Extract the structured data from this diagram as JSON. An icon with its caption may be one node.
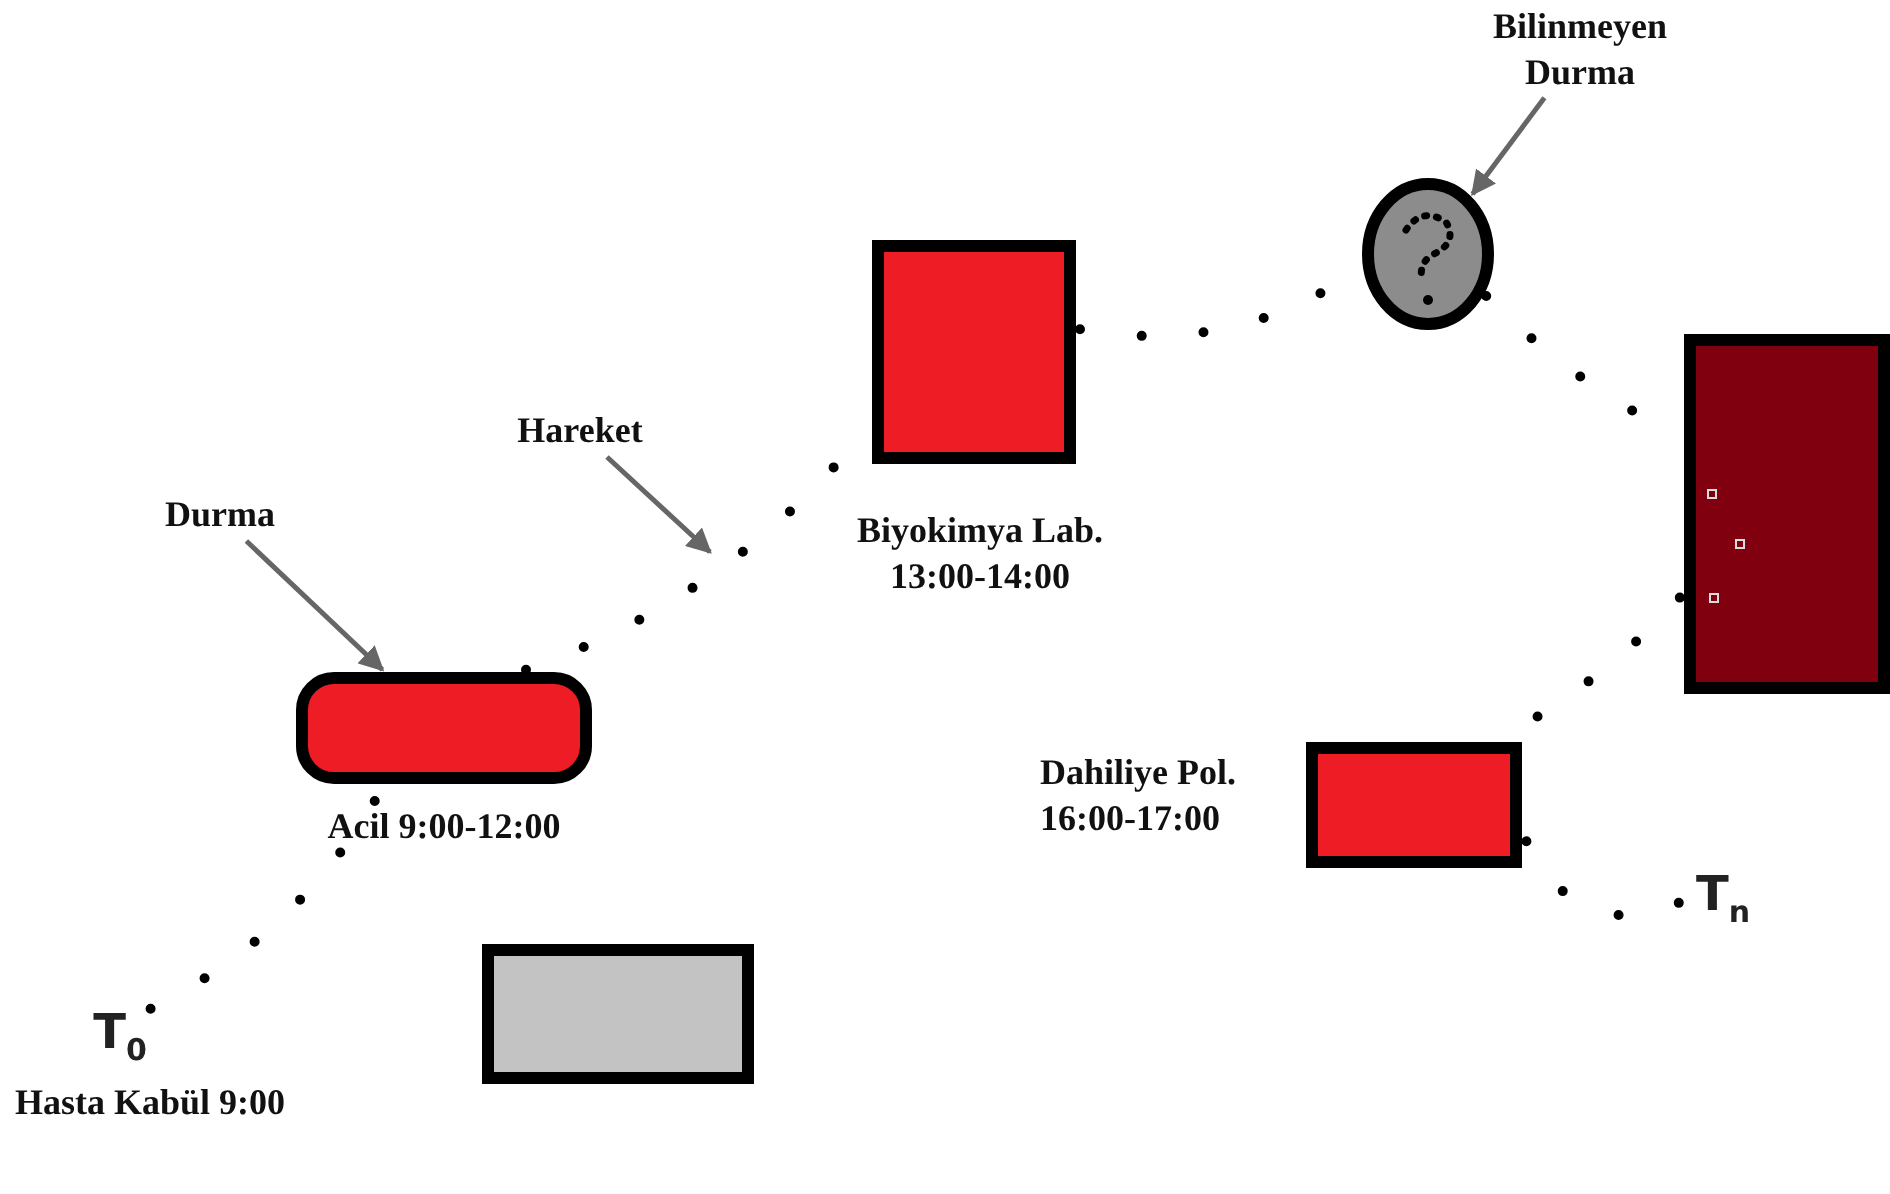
{
  "diagram": {
    "nodes": [
      {
        "text": [
          "T$_{0}$",
          "Hasta Kabül 9:00"
        ]
      },
      {
        "text": [
          "Acil 9:00-12:00"
        ]
      },
      {
        "text": [
          "Biyokimya Lab. 13:00-14:00"
        ]
      },
      {
        "text": [],
        "shape": "circle"
      },
      {
        "text": [],
        "shape": "box"
      },
      {
        "text": [
          "Dahiliye Pol. 16:00-17:00"
        ]
      },
      {
        "text": [
          "T$_{n}$"
        ]
      },
      {
        "text": [],
        "shape": "box"
      },
      {
        "text": [
          "Durma"
        ]
      },
      {
        "text": [
          "Hareket"
        ]
      },
      {
        "text": [
          "Bilinmeyen Durma"
        ]
      }
    ],
    "edges": [
      {
        "from": 0,
        "to": 1,
        "arrow": "none",
        "style": "dashed"
      },
      {
        "from": 1,
        "to": 2,
        "arrow": "none",
        "style": "dashed"
      },
      {
        "from": 2,
        "to": 3,
        "arrow": "none",
        "style": "dashed"
      },
      {
        "from": 3,
        "to": 4,
        "arrow": "none",
        "style": "dashed"
      },
      {
        "from": 4,
        "to": 5,
        "arrow": "none",
        "style": "dashed"
      },
      {
        "from": 5,
        "to": 6,
        "arrow": "none",
        "style": "dashed"
      },
      {
        "from": 8,
        "to": 1,
        "arrow": "to",
        "color": "#666666"
      },
      {
        "from": 9,
        "to": null,
        "arrow": "to",
        "color": "#666666"
      },
      {
        "from": 10,
        "to": 3,
        "arrow": "to",
        "color": "#666666"
      }
    ]
  }
}
